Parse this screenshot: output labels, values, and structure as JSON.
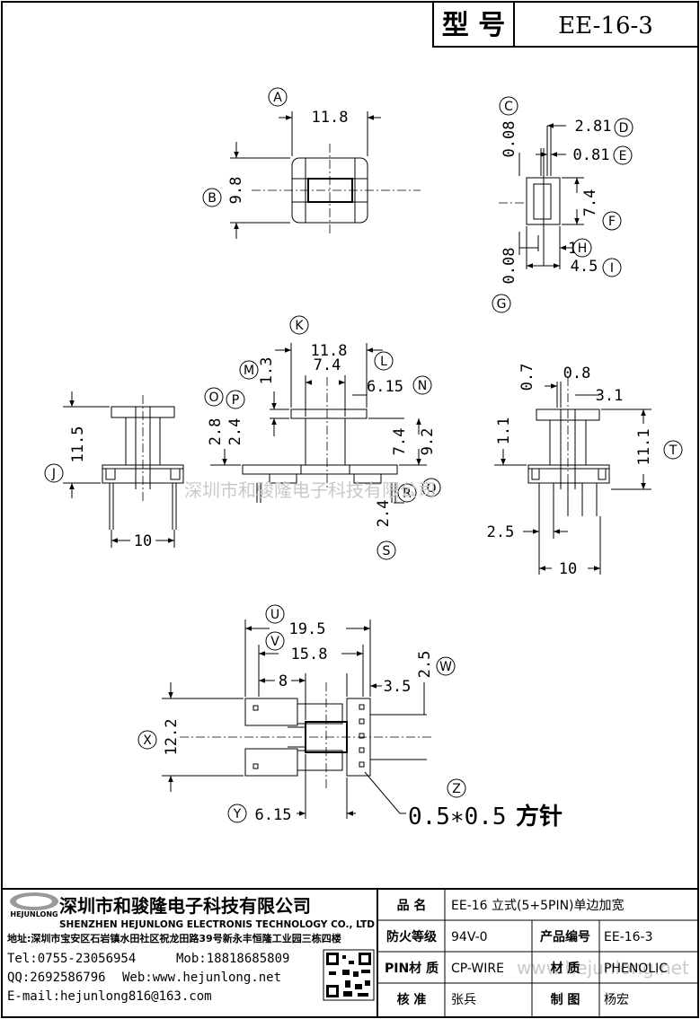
{
  "header": {
    "model_label": "型 号",
    "model_value": "EE-16-3"
  },
  "dimensions": {
    "top_width": "11.8",
    "top_height": "9.8",
    "side_d": "2.81",
    "side_e": "0.81",
    "side_f": "7.4",
    "side_h": "1",
    "side_i": "4.5",
    "side_c": "0.08",
    "side_g": "0.08",
    "front_left_h": "11.5",
    "front_left_w": "10",
    "mid_k": "11.8",
    "mid_inner": "7.4",
    "mid_m": "1.3",
    "mid_n": "6.15",
    "mid_o": "2.8",
    "mid_p": "2.4",
    "mid_q": "7.4",
    "mid_r": "9.2",
    "mid_s": "2.4",
    "right_07": "0.7",
    "right_08": "0.8",
    "right_31": "3.1",
    "right_11": "1.1",
    "right_111": "11.1",
    "right_25": "2.5",
    "right_10": "10",
    "bot_u": "19.5",
    "bot_v": "15.8",
    "bot_8": "8",
    "bot_35": "3.5",
    "bot_25": "2.5",
    "bot_x": "12.2",
    "bot_y": "6.15",
    "pin_note": "0.5∗0.5",
    "pin_note_suffix": "方针"
  },
  "circles": [
    "A",
    "B",
    "C",
    "D",
    "E",
    "F",
    "G",
    "H",
    "I",
    "J",
    "K",
    "L",
    "M",
    "N",
    "O",
    "P",
    "Q",
    "R",
    "S",
    "T",
    "U",
    "V",
    "W",
    "X",
    "Y",
    "Z"
  ],
  "watermark_mid": "深圳市和骏隆电子科技有限公司",
  "watermark_bot": "www.hejunlong.net",
  "company": {
    "logo_text": "HEJUNLONG",
    "name_cn": "深圳市和骏隆电子科技有限公司",
    "name_en": "SHENZHEN HEJUNLONG ELECTRONIS TECHNOLOGY CO., LTD",
    "address": "地址:深圳市宝安区石岩镇水田社区祝龙田路39号新永丰恒隆工业园三栋四楼",
    "tel": "Tel:0755-23056954",
    "mob": "Mob:18818685809",
    "qq": "QQ:2692586796",
    "web": "Web:www.hejunlong.net",
    "email": "E-mail:hejunlong816@163.com"
  },
  "table": {
    "name_label": "品 名",
    "name_value": "EE-16 立式(5+5PIN)单边加宽",
    "fire_label": "防火等级",
    "fire_value": "94V-0",
    "code_label": "产品编号",
    "code_value": "EE-16-3",
    "pin_label": "PIN材 质",
    "pin_value": "CP-WIRE",
    "mat_label": "材 质",
    "mat_value": "PHENOLIC",
    "check_label": "核 准",
    "check_value": "张兵",
    "draw_label": "制 图",
    "draw_value": "杨宏"
  }
}
